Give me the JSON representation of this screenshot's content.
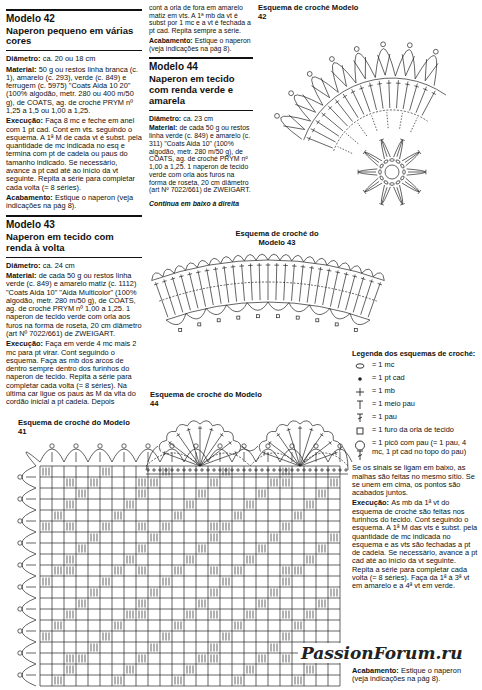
{
  "diagram": {
    "labels": [
      "Modelo 42",
      "Naperon pequeno em várias cores",
      "Diâmetro:",
      "ca. 20 ou 18 cm",
      "Material:",
      "50 g ou restos linha branca (c. 1), amarelo (c. 293), verde (c. 849) e ferrugem (c. 5975) \"Coats Aida 10 20\" (100% algodão, metr. 280 ou 400 m/50 g), de COATS, ag. de croché PRYM nº 1,25 a 1,5 ou 1,00 a 1,25.",
      "Execução:",
      "Faça 8 mc e feche em anel com 1 pt cad. Cont em vts. seguindo o esquema. A 1ª M de cada vt é subst. pela quantidade de mc indicada no esq e termina com pt de cadeia ou paus do tamanho indicado. Se necessário, avance a pt cad até ao início da vt seguinte. Repita a série para completar cada volta (= 8 séries).",
      "Acabamento:",
      "Estique o naperon (veja indicações na pág 8).",
      "Modelo 43",
      "Naperon em tecido com renda à volta",
      "Diâmetro:",
      "ca. 24 cm",
      "Material:",
      "de cada 50 g ou restos linha verde (c. 849) e amarelo matiz (c. 1112) \"Coats Aida 10\" \"Aida Multicolor\" (100% algodão, metr. 280 m/50 g), de COATS, ag. de croché PRYM nº 1,00 a 1,25. 1 naperon de tecido verde com orla aos furos na forma de roseta, 20 cm diâmetro (art Nº 7022/661) de ZWEIGART.",
      "Execução:",
      "Faça em verde 4 mc mais 2 mc para pt virar. Cont seguindo o esquema. Faça as mb dos arcos de dentro sempre dentro dos furinhos do naperon de tecido. Repita a série para completar cada volta (= 8 séries). Na última car ligue os paus às M da vlta do cordão inicial a pt cadeia. Depois",
      "cont a orla de fora em amarelo matiz em vts. A 1ª mb da vt é subst por 1 mc e a vt é fechada a pt cad. Repita sempre a série.",
      "Acabamento:",
      "Estique o naperon (veja indicações na pág 8).",
      "Modelo 44",
      "Naperon em tecido com renda verde e amarela",
      "Diâmetro:",
      "ca. 23 cm",
      "Material:",
      "de cada 50 g ou restos linha verde (c. 849) e amarelo (c. 311) \"Coats Aida 10\" (100% algodão, metr. 280 m/50 g), de COATS, ag. de croché PRYM nº 1,00 a 1,25. 1 naperon de tecido verde com orla aos furos na forma de roseta, 20 cm diâmetro (art Nº 7022/661) de ZWEIGART.",
      "Continua em baixo à direita",
      "Esquema de croché Modelo 42",
      "Esquema de croché do Modelo 43",
      "Esquema de croché do Modelo 44",
      "Esquema de croché do Modelo 41",
      "Legenda dos esquemas de croché:",
      "Se os sinais se ligam em baixo, as malhas são feitas no mesmo sítio. Se se unem em cima, os pontos são acabados juntos.",
      "Execução:",
      "As mb da 1ª vt do esquema de croché são feitas nos furinhos do tecido. Cont seguindo o esquema. A 1ª M das vts é subst. pela quantidade de mc indicada no esquema e as vts são fechadas a pt de cadeia. Se necessário, avance a pt cad até ao início da vt seguinte. Repita a série para completar cada volta (= 8 séries). Faça da 1ª à 3ª vt em amarelo e a 4ª vt em verde.",
      "Acabamento:",
      "Estique o naperon (veja indicações na pág 8).",
      "PassionForum.ru"
    ],
    "legend": [
      {
        "text": "= 1 mc"
      },
      {
        "text": "= 1 pt cad"
      },
      {
        "text": "= 1 mb"
      },
      {
        "text": "= 1 meio pau"
      },
      {
        "text": "= 1 pau"
      },
      {
        "text": "= 1 furo da orla de tecido"
      },
      {
        "text": "= 1 picô com pau (= 1 pau, 4 mc, 1 pt cad no topo do pau)"
      }
    ]
  }
}
